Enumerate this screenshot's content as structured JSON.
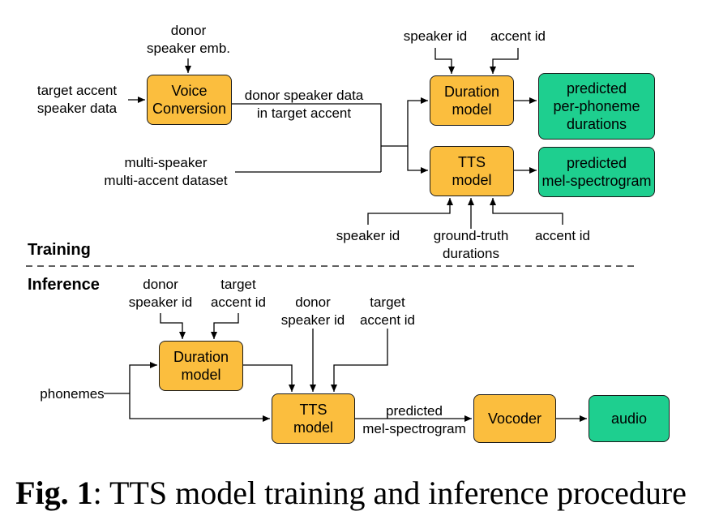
{
  "training": {
    "section_label": "Training",
    "boxes": {
      "voice_conversion": "Voice\nConversion",
      "duration_model": "Duration\nmodel",
      "tts_model": "TTS\nmodel",
      "predicted_durations": "predicted\nper-phoneme\ndurations",
      "predicted_mel": "predicted\nmel-spectrogram"
    },
    "labels": {
      "donor_speaker_emb": "donor\nspeaker emb.",
      "target_accent_speaker_data": "target accent\nspeaker data",
      "donor_speaker_data": "donor speaker data\nin target accent",
      "multi_speaker_dataset": "multi-speaker\nmulti-accent dataset",
      "speaker_id_top": "speaker id",
      "accent_id_top": "accent id",
      "speaker_id_bottom": "speaker id",
      "ground_truth_durations": "ground-truth\ndurations",
      "accent_id_bottom": "accent id"
    }
  },
  "inference": {
    "section_label": "Inference",
    "boxes": {
      "duration_model": "Duration\nmodel",
      "tts_model": "TTS\nmodel",
      "vocoder": "Vocoder",
      "audio": "audio"
    },
    "labels": {
      "donor_speaker_id_1": "donor\nspeaker id",
      "target_accent_id_1": "target\naccent id",
      "donor_speaker_id_2": "donor\nspeaker id",
      "target_accent_id_2": "target\naccent id",
      "phonemes": "phonemes",
      "predicted_mel": "predicted\nmel-spectrogram"
    }
  },
  "caption": {
    "prefix": "Fig. 1",
    "text": ": TTS model training and inference procedure"
  }
}
